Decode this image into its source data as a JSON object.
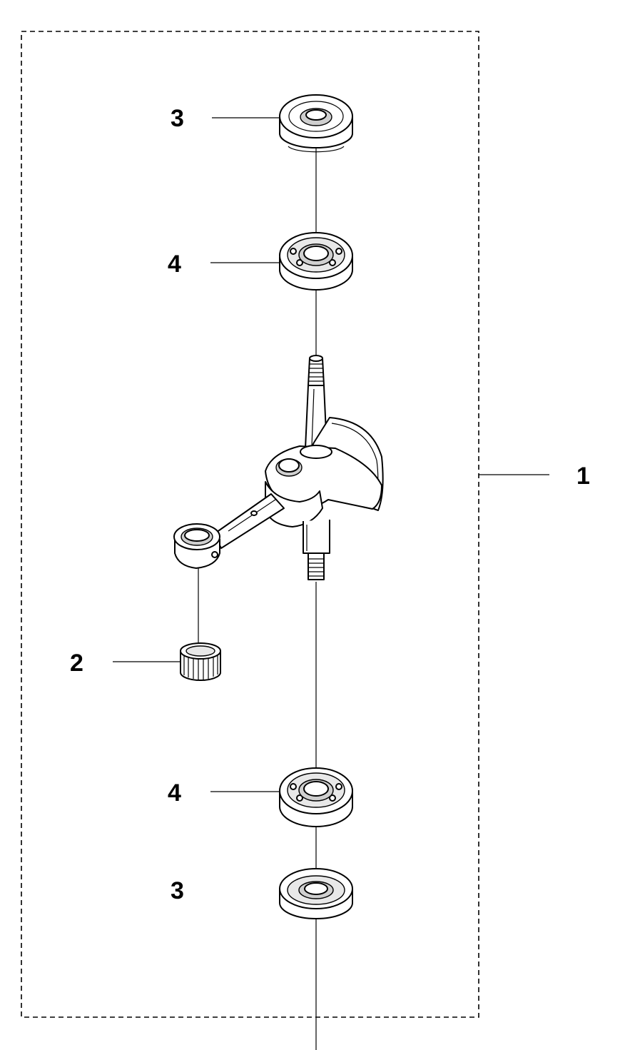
{
  "callouts": {
    "assembly": "1",
    "needle_bearing": "2",
    "seal_top": "3",
    "bearing_top": "4",
    "bearing_bottom": "4",
    "seal_bottom": "3"
  },
  "colors": {
    "line": "#000000",
    "shade": "#cfcfcf",
    "background": "#ffffff"
  }
}
